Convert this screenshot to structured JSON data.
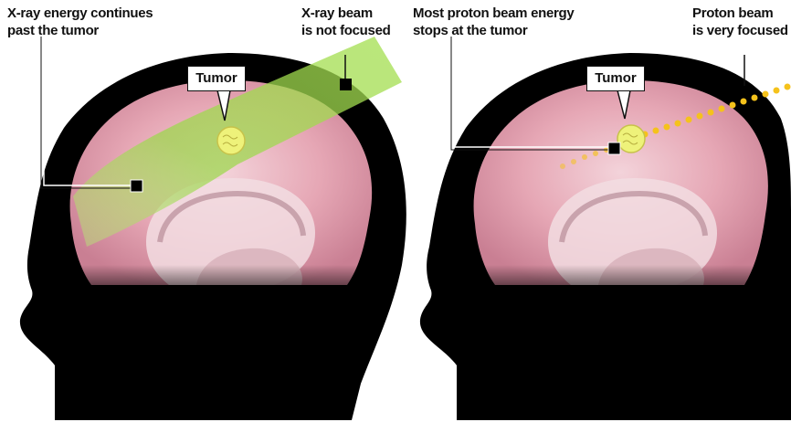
{
  "left_panel": {
    "xray_energy_label": [
      "X-ray energy continues",
      "past the tumor"
    ],
    "xray_beam_label": [
      "X-ray beam",
      "is not focused"
    ],
    "tumor_label": "Tumor"
  },
  "right_panel": {
    "proton_energy_label": [
      "Most proton beam energy",
      "stops at the tumor"
    ],
    "proton_beam_label": [
      "Proton beam",
      "is very focused"
    ],
    "tumor_label": "Tumor"
  },
  "colors": {
    "head_silhouette": "#000000",
    "brain_pink": "#e7a9b6",
    "xray_beam": "#9bd84a",
    "proton_beam": "#f5c21b",
    "tumor": "#eef27a"
  }
}
